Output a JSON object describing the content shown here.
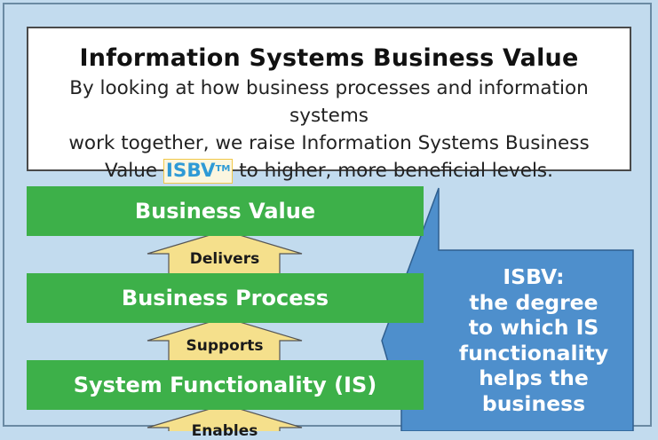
{
  "header": {
    "title": "Information Systems Business Value",
    "line1": "By looking at how business processes and information systems",
    "line2": "work together, we raise Information Systems Business",
    "line3_before": "Value",
    "isbv": "ISBV",
    "tm": "TM",
    "line3_after": "to higher, more beneficial levels."
  },
  "layers": [
    {
      "label": "Business Value"
    },
    {
      "label": "Business Process"
    },
    {
      "label": "System Functionality (IS)"
    }
  ],
  "arrows": [
    {
      "label": "Delivers"
    },
    {
      "label": "Supports"
    },
    {
      "label": "Enables"
    }
  ],
  "callout": {
    "lines": [
      "ISBV:",
      "the degree",
      "to which IS",
      "functionality",
      "helps the",
      "business"
    ]
  },
  "colors": {
    "background": "#c2dbee",
    "band_green": "#3db049",
    "arrow_yellow": "#f5e08c",
    "callout_blue": "#4e8fcc",
    "isbv_text": "#2e9ad6"
  }
}
